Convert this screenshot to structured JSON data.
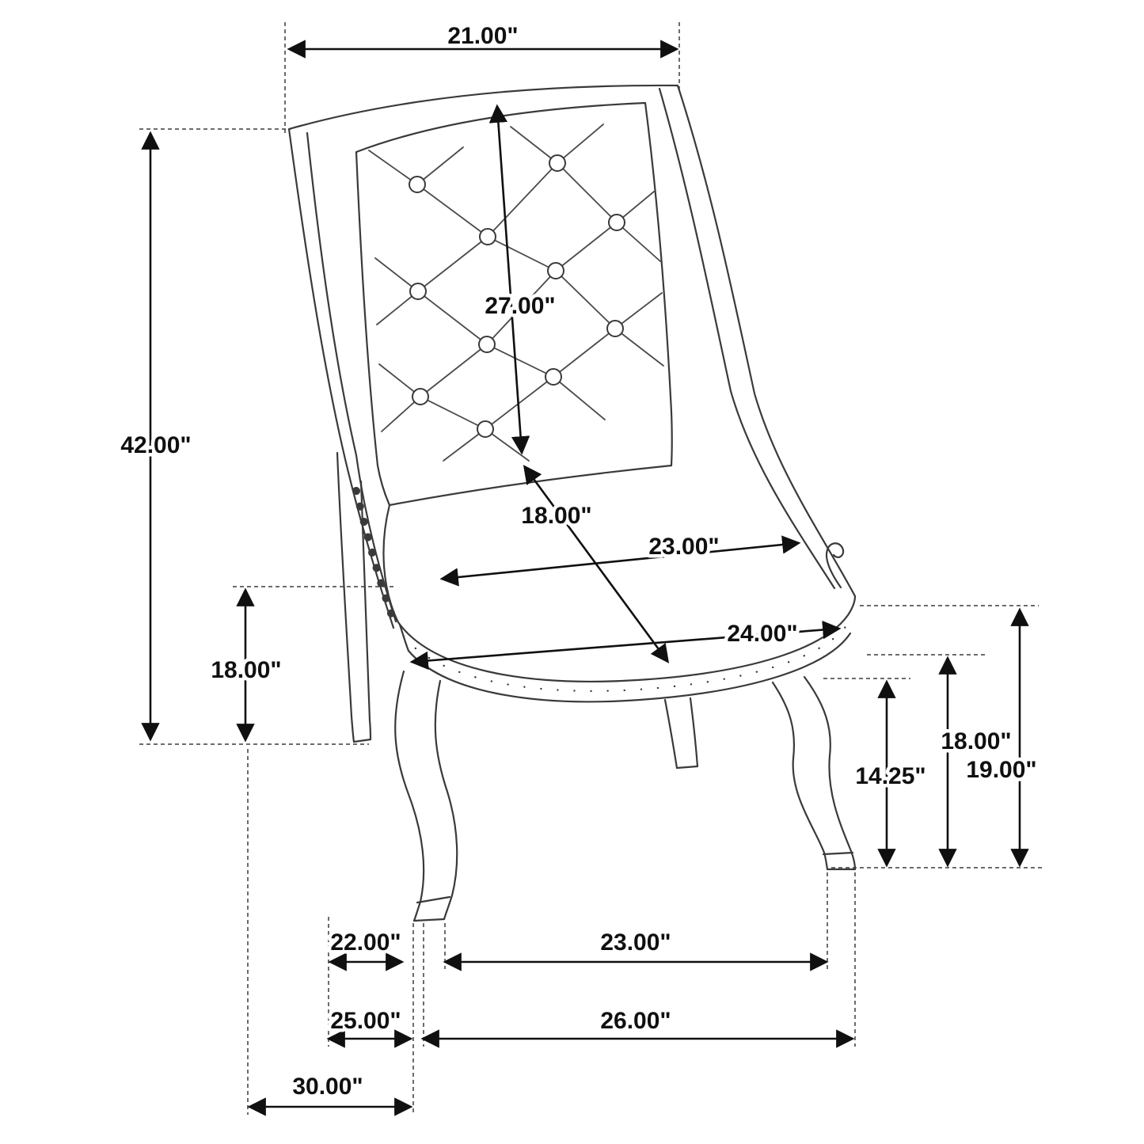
{
  "dims": {
    "top_width": "21.00\"",
    "overall_height": "42.00\"",
    "back_diagonal": "27.00\"",
    "seat_diagonal": "18.00\"",
    "seat_width": "23.00\"",
    "seat_front_width": "24.00\"",
    "seat_height_left": "18.00\"",
    "floor_to_arm_right": "18.00\"",
    "floor_to_apron": "14.25\"",
    "floor_to_seat_front": "19.00\"",
    "back_leg_offset": "22.00\"",
    "front_leg_span": "23.00\"",
    "depth_to_front_leg": "25.00\"",
    "front_width_outer": "26.00\"",
    "overall_depth": "30.00\""
  }
}
